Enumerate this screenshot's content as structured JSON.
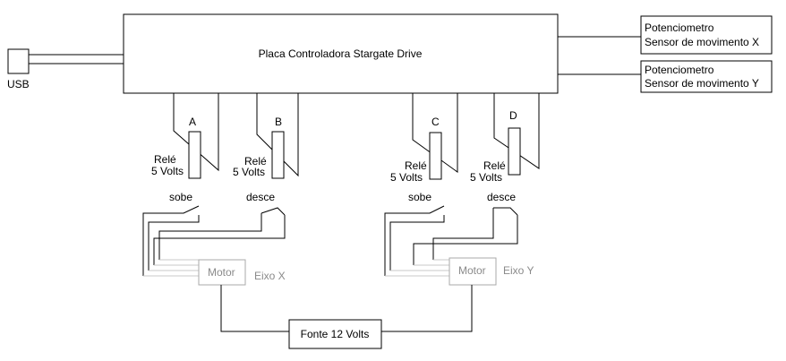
{
  "usb": "USB",
  "controller": "Placa Controladora Stargate Drive",
  "pot_x": {
    "line1": "Potenciometro",
    "line2": "Sensor de movimento X"
  },
  "pot_y": {
    "line1": "Potenciometro",
    "line2": "Sensor de movimento Y"
  },
  "relays": [
    {
      "id": "A",
      "label1": "Relé",
      "label2": "5 Volts"
    },
    {
      "id": "B",
      "label1": "Relé",
      "label2": "5 Volts"
    },
    {
      "id": "C",
      "label1": "Relé",
      "label2": "5 Volts"
    },
    {
      "id": "D",
      "label1": "Relé",
      "label2": "5 Volts"
    }
  ],
  "switches": {
    "up": "sobe",
    "down": "desce"
  },
  "motor_x": {
    "label": "Motor",
    "axis": "Eixo X"
  },
  "motor_y": {
    "label": "Motor",
    "axis": "Eixo Y"
  },
  "power": "Fonte 12 Volts"
}
